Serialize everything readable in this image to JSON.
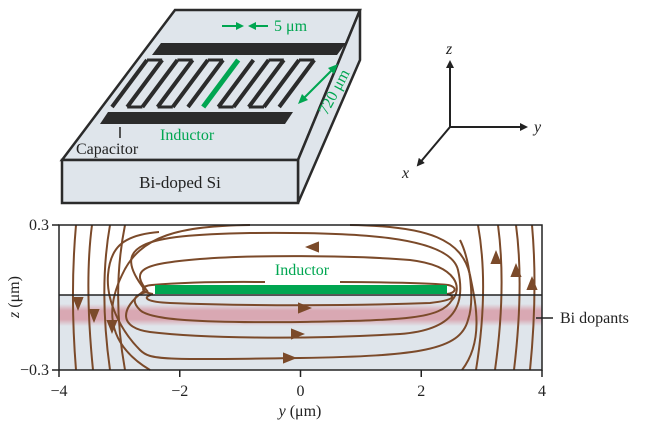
{
  "device": {
    "substrate_label": "Bi-doped Si",
    "capacitor_label": "Capacitor",
    "inductor_label": "Inductor",
    "width_label": "5 μm",
    "length_label": "720 μm"
  },
  "axes3d": {
    "x_label": "x",
    "y_label": "y",
    "z_label": "z"
  },
  "plot": {
    "inductor_label": "Inductor",
    "dopant_label": "Bi dopants",
    "xlabel_var": "y",
    "xlabel_unit": " (μm)",
    "ylabel_var": "z",
    "ylabel_unit": " (μm)",
    "x_ticks": [
      "−4",
      "−2",
      "0",
      "2",
      "4"
    ],
    "y_ticks": [
      "0.3",
      "−0.3"
    ],
    "xlim": [
      -4,
      4
    ],
    "ylim": [
      -0.3,
      0.3
    ],
    "inductor_span": [
      -2.4,
      2.4
    ],
    "dopant_band_z": [
      -0.1,
      -0.04
    ]
  },
  "colors": {
    "green": "#00a651",
    "field": "#7b4a2a",
    "substrate": "#dfe5eb",
    "dopant": "#d9a8b3",
    "metal": "#2b2b2b"
  }
}
